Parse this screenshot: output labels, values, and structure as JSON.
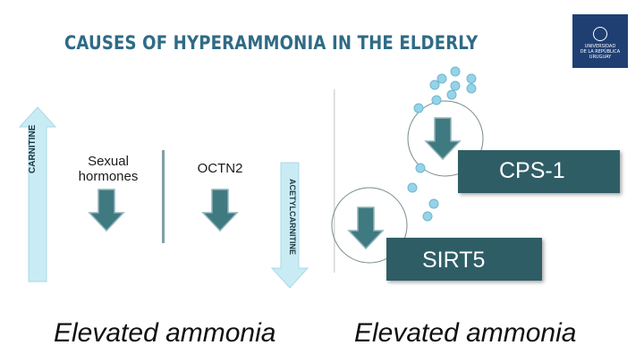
{
  "title": "CAUSES OF HYPERAMMONIA IN THE ELDERLY",
  "logo": {
    "lines": [
      "UNIVERSIDAD",
      "DE LA REPÚBLICA",
      "URUGUAY"
    ]
  },
  "left": {
    "axis_up_label": "CARNITINE",
    "axis_down_label": "ACETYLCARNITINE",
    "factor_1": "Sexual\nhormones",
    "factor_2": "OCTN2",
    "result": "Elevated ammonia"
  },
  "right": {
    "enzyme_1": "CPS-1",
    "enzyme_2": "SIRT5",
    "result": "Elevated ammonia"
  },
  "colors": {
    "title": "#2f6b86",
    "box": "#2f5d66",
    "arrow_fill": "#3f7a80",
    "arrow_stroke": "#8fb3b9",
    "axis_arrow": "#b7e0ec",
    "dots": "#8fd0e6"
  }
}
